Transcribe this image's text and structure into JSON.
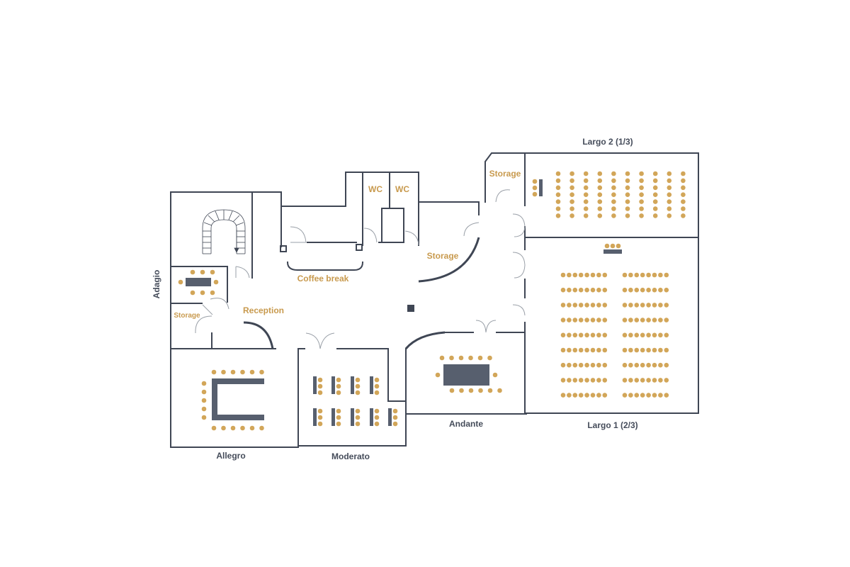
{
  "colors": {
    "wall": "#3f4654",
    "seat": "#d2a659",
    "table": "#575f6e",
    "room_label": "#454c5a",
    "area_label": "#c89a4e",
    "background": "#ffffff"
  },
  "rooms": {
    "largo2": "Largo 2 (1/3)",
    "largo1": "Largo 1  (2/3)",
    "andante": "Andante",
    "moderato": "Moderato",
    "allegro": "Allegro",
    "adagio": "Adagio"
  },
  "areas": {
    "wc_left": "WC",
    "wc_right": "WC",
    "coffee_break": "Coffee break",
    "reception": "Reception",
    "storage_top": "Storage",
    "storage_mid": "Storage",
    "storage_small": "Storage"
  },
  "icons": [
    "spiral-staircase-icon",
    "door-swing-icon",
    "seat-icon",
    "table-icon"
  ]
}
